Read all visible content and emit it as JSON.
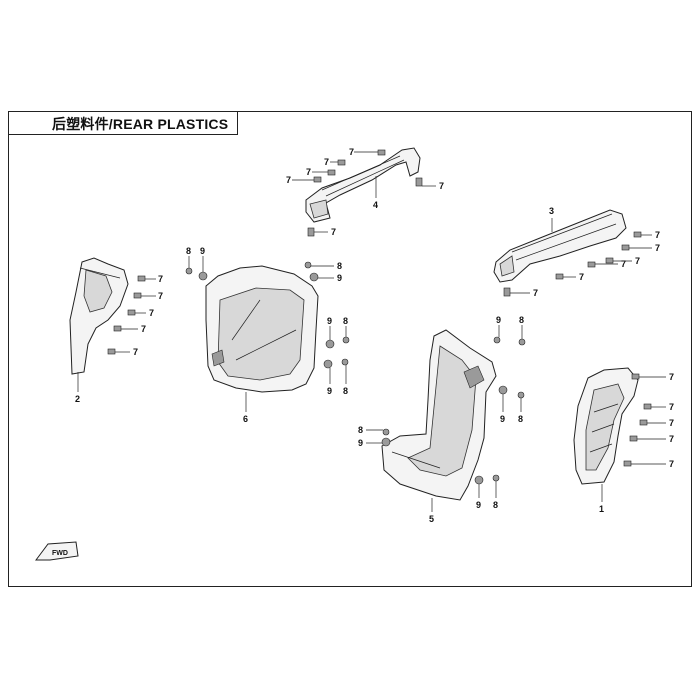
{
  "title": "后塑料件/REAR PLASTICS",
  "callouts": {
    "part1": "1",
    "part2": "2",
    "part3": "3",
    "part4": "4",
    "part5": "5",
    "part6": "6",
    "fastener7": "7",
    "fastener8": "8",
    "fastener9": "9"
  },
  "direction_badge": "FWD",
  "colors": {
    "line": "#222222",
    "fill": "#f4f4f4",
    "shade": "#d8d8d8"
  }
}
